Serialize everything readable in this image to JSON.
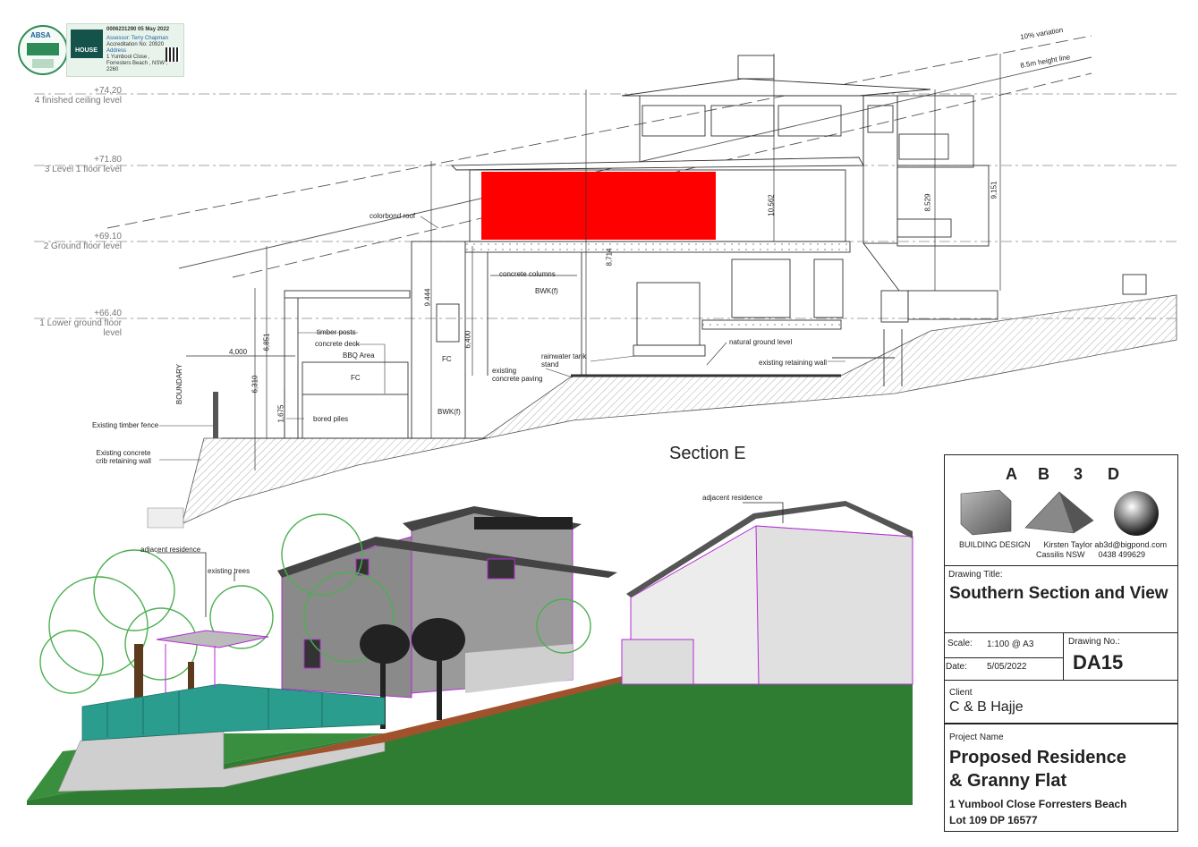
{
  "certificate": {
    "org_label": "ABSA",
    "number_date": "0006231290   05 May 2022",
    "assessor": "Assessor: Terry Chapman",
    "accreditation": "Accreditation No: 20920",
    "address_label": "Address",
    "address": "1 Yumbool Close , Forresters Beach , NSW , 2260",
    "house_label": "HOUSE"
  },
  "levels": [
    {
      "value": "+74.20",
      "name": "4 finished ceiling level"
    },
    {
      "value": "+71.80",
      "name": "3 Level 1 floor level"
    },
    {
      "value": "+69.10",
      "name": "2 Ground floor level"
    },
    {
      "value": "+66.40",
      "name": "1 Lower ground floor level"
    }
  ],
  "section": {
    "title": "Section E",
    "height_line_labels": [
      "10% variation",
      "8.5m height line"
    ],
    "annotations": {
      "colorbond_roof": "colorbond roof",
      "concrete_columns": "concrete columns",
      "bwk_f_upper": "BWK(f)",
      "bwk_f_lower": "BWK(f)",
      "timber_posts": "timber posts",
      "concrete_deck": "concrete deck",
      "bbq_area": "BBQ Area",
      "fc_deck": "FC",
      "fc_wall": "FC",
      "bored_piles": "bored piles",
      "boundary": "BOUNDARY",
      "existing_timber_fence": "Existing timber fence",
      "existing_concrete_crib": "Existing concrete crib retaining wall",
      "rainwater_tank": "rainwater tank stand",
      "existing_concrete_paving": "existing concrete paving",
      "natural_ground_level": "natural ground level",
      "existing_retaining_wall": "existing retaining wall"
    },
    "dimensions": {
      "d4000": "4,000",
      "d6851": "6,851",
      "d6310": "6,310",
      "d1675": "1,675",
      "d9444": "9.444",
      "d6400": "6,400",
      "d8714": "8,714",
      "d10562": "10,562",
      "d8529": "8,529",
      "d9151": "9,151"
    }
  },
  "view": {
    "adjacent_residence_right": "adjacent residence",
    "adjacent_residence_left": "adjacent residence",
    "existing_trees": "existing trees"
  },
  "title_block": {
    "logo_letters": [
      "A",
      "B",
      "3",
      "D"
    ],
    "company_line1": "BUILDING DESIGN      Kirsten Taylor ab3d@bigpond.com",
    "company_line2": "Cassilis NSW      0438 499629",
    "drawing_title_label": "Drawing Title:",
    "drawing_title": "Southern Section and View",
    "scale_label": "Scale:",
    "scale_value": "1:100 @ A3",
    "date_label": "Date:",
    "date_value": "5/05/2022",
    "drawing_no_label": "Drawing No.:",
    "drawing_no": "DA15",
    "client_label": "Client",
    "client": "C & B Hajje",
    "project_label": "Project Name",
    "project_line1": "Proposed Residence",
    "project_line2": "& Granny Flat",
    "address": "1 Yumbool Close Forresters Beach",
    "lot": "Lot 109 DP 16577"
  },
  "colors": {
    "highlight_red": "#ff0000",
    "ground_green": "#2e7d32",
    "tree_green": "#4caf50",
    "fence_teal": "#2a9d8f",
    "outline_magenta": "#b52bd6",
    "line_dark": "#222222",
    "level_grey": "#777777"
  }
}
